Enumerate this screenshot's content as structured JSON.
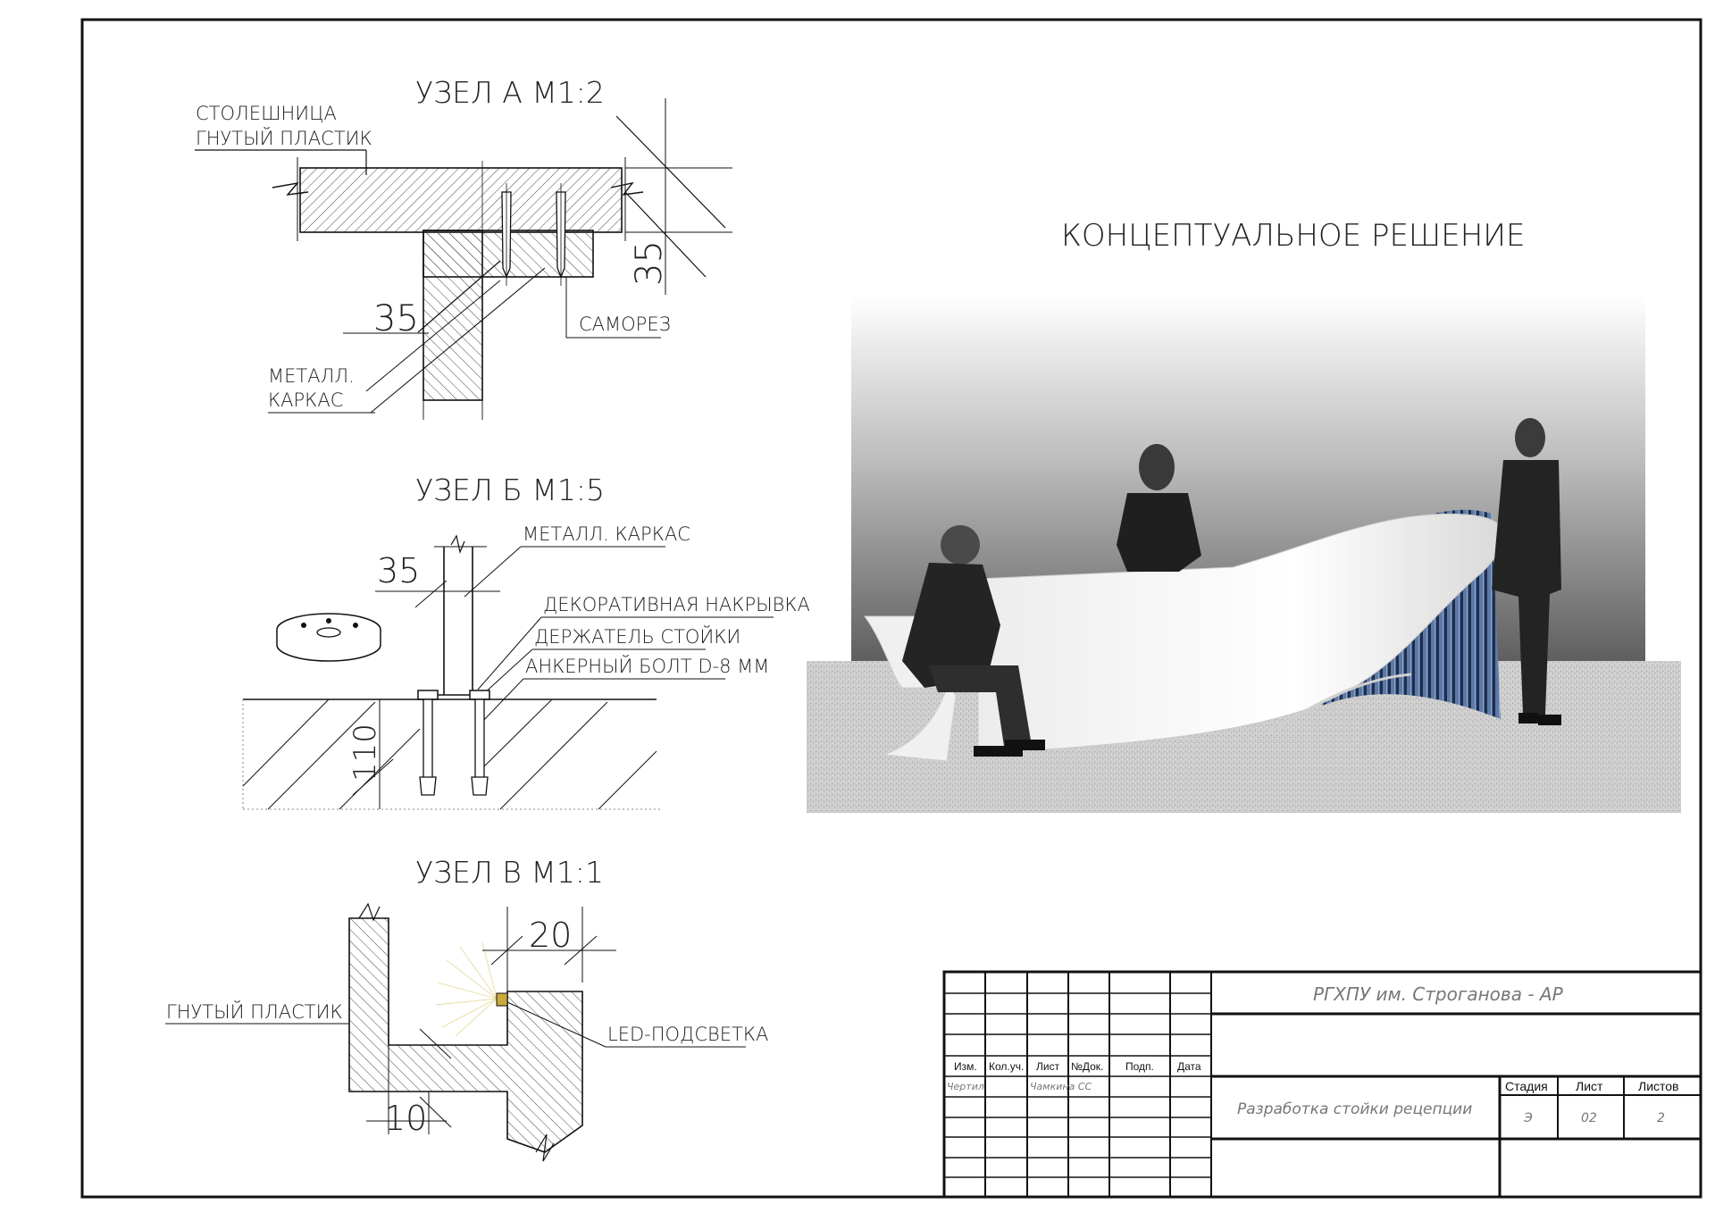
{
  "node_a": {
    "title": "УЗЕЛ А М1:2",
    "label_top_line1": "СТОЛЕШНИЦА",
    "label_top_line2": "ГНУТЫЙ ПЛАСТИК",
    "dim_vertical": "35",
    "dim_horizontal": "35",
    "label_screw": "САМОРЕЗ",
    "label_frame_line1": "МЕТАЛЛ.",
    "label_frame_line2": "КАРКАС"
  },
  "node_b": {
    "title": "УЗЕЛ Б М1:5",
    "label_frame": "МЕТАЛЛ. КАРКАС",
    "dim_top": "35",
    "label_cover": "ДЕКОРАТИВНАЯ НАКРЫВКА",
    "label_holder": "ДЕРЖАТЕЛЬ СТОЙКИ",
    "label_bolt": "АНКЕРНЫЙ БОЛТ D-8 ММ",
    "dim_depth": "110"
  },
  "node_v": {
    "title": "УЗЕЛ В М1:1",
    "dim_top": "20",
    "label_plastic": "ГНУТЫЙ ПЛАСТИК",
    "label_led": "LED-ПОДСВЕТКА",
    "dim_bottom": "10"
  },
  "concept": {
    "title": "КОНЦЕПТУАЛЬНОЕ РЕШЕНИЕ"
  },
  "title_block": {
    "org": "РГХПУ им. Строганова - АР",
    "headers": [
      "Изм.",
      "Кол.уч.",
      "Лист",
      "№Док.",
      "Подп.",
      "Дата"
    ],
    "drawn_label": "Чертил",
    "drawn_name": "Чамкина СС",
    "project": "Разработка стойки рецепции",
    "stage_label": "Стадия",
    "sheet_label": "Лист",
    "sheets_label": "Листов",
    "stage_value": "Э",
    "sheet_value": "02",
    "sheets_value": "2"
  },
  "colors": {
    "line": "#111111",
    "led": "#c9a93a",
    "slats": "#3d5a85"
  }
}
